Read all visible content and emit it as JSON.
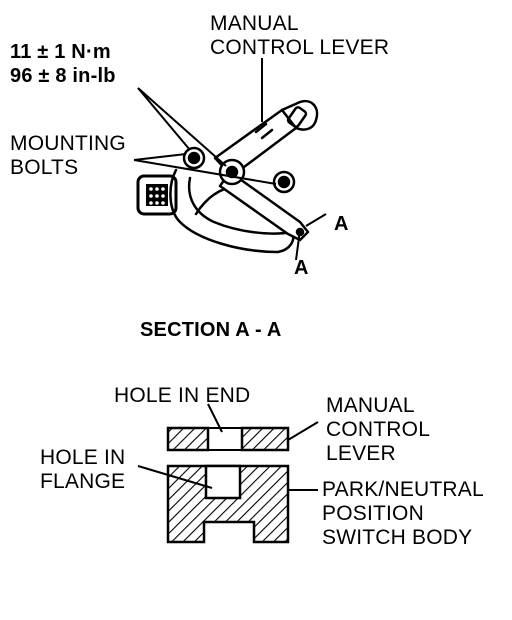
{
  "labels": {
    "torque_nm": "11 ± 1 N·m",
    "torque_inlb": "96 ± 8 in-lb",
    "manual_lever_top_1": "MANUAL",
    "manual_lever_top_2": "CONTROL LEVER",
    "mounting_bolts_1": "MOUNTING",
    "mounting_bolts_2": "BOLTS",
    "section_marker_a1": "A",
    "section_marker_a2": "A",
    "section_title": "SECTION A - A",
    "hole_in_end": "HOLE IN END",
    "manual_lever_bottom_1": "MANUAL",
    "manual_lever_bottom_2": "CONTROL",
    "manual_lever_bottom_3": "LEVER",
    "hole_in_flange_1": "HOLE IN",
    "hole_in_flange_2": "FLANGE",
    "switch_body_1": "PARK/NEUTRAL",
    "switch_body_2": "POSITION",
    "switch_body_3": "SWITCH BODY"
  }
}
